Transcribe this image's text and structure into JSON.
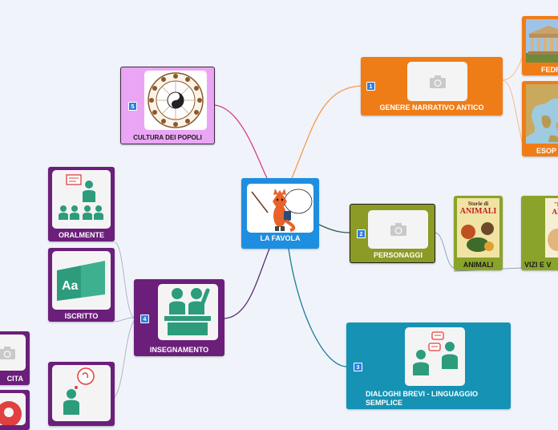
{
  "center": {
    "label": "LA FAVOLA"
  },
  "nodes": {
    "genere": {
      "number": "1",
      "label": "GENERE NARRATIVO ANTICO"
    },
    "fedro": {
      "label": "FEDR"
    },
    "esopo": {
      "label": "ESOP"
    },
    "personaggi": {
      "number": "2",
      "label": "PERSONAGGI"
    },
    "animali": {
      "label": "ANIMALI",
      "book_title": "Storie di",
      "book_title_big": "ANIMALI"
    },
    "vizi": {
      "label": "VIZI E V",
      "cover_text": "\"F",
      "cover_text_big": "AN"
    },
    "dialoghi": {
      "number": "3",
      "label": "DIALOGHI BREVI - LINGUAGGIO SEMPLICE"
    },
    "insegnamento": {
      "number": "4",
      "label": "INSEGNAMENTO"
    },
    "oralmente": {
      "label": "ORALMENTE"
    },
    "iscritto": {
      "label": "ISCRITTO",
      "book_letters": "Aa"
    },
    "cultura": {
      "number": "5",
      "label": "CULTURA DEI POPOLI"
    },
    "cita": {
      "label": "CITA"
    }
  },
  "colors": {
    "center": "#1e8ee0",
    "orange": "#ef7d17",
    "olive": "#8c9a26",
    "teal": "#1592b4",
    "purple": "#6b1f7a",
    "lilac": "#eaa6f4",
    "green": "#8aa32a",
    "icon_teal": "#2c9c7c"
  },
  "icons": [
    "camera-icon",
    "fox-teacher-icon",
    "zodiac-wheel-icon",
    "teacher-class-icon",
    "book-icon",
    "students-icon",
    "dialogue-icon",
    "thinking-icon"
  ]
}
